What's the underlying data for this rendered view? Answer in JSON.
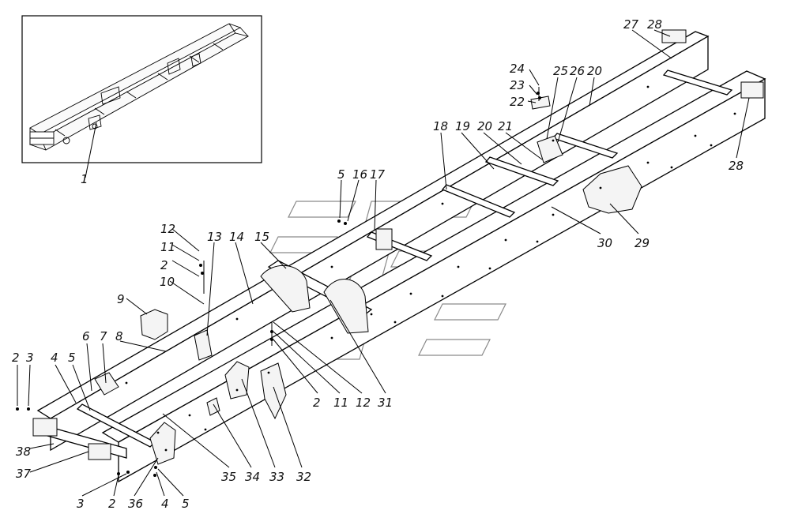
{
  "figure": {
    "inset_callout": "1",
    "callouts": [
      {
        "id": "c1",
        "text": "1"
      },
      {
        "id": "c2a",
        "text": "2"
      },
      {
        "id": "c3a",
        "text": "3"
      },
      {
        "id": "c4a",
        "text": "4"
      },
      {
        "id": "c5a",
        "text": "5"
      },
      {
        "id": "c6",
        "text": "6"
      },
      {
        "id": "c7",
        "text": "7"
      },
      {
        "id": "c8",
        "text": "8"
      },
      {
        "id": "c9",
        "text": "9"
      },
      {
        "id": "c10",
        "text": "10"
      },
      {
        "id": "c2b",
        "text": "2"
      },
      {
        "id": "c11a",
        "text": "11"
      },
      {
        "id": "c12a",
        "text": "12"
      },
      {
        "id": "c13",
        "text": "13"
      },
      {
        "id": "c14",
        "text": "14"
      },
      {
        "id": "c15",
        "text": "15"
      },
      {
        "id": "c5b",
        "text": "5"
      },
      {
        "id": "c16",
        "text": "16"
      },
      {
        "id": "c17",
        "text": "17"
      },
      {
        "id": "c18",
        "text": "18"
      },
      {
        "id": "c19",
        "text": "19"
      },
      {
        "id": "c20a",
        "text": "20"
      },
      {
        "id": "c21",
        "text": "21"
      },
      {
        "id": "c22",
        "text": "22"
      },
      {
        "id": "c23",
        "text": "23"
      },
      {
        "id": "c24",
        "text": "24"
      },
      {
        "id": "c25",
        "text": "25"
      },
      {
        "id": "c26",
        "text": "26"
      },
      {
        "id": "c20b",
        "text": "20"
      },
      {
        "id": "c27",
        "text": "27"
      },
      {
        "id": "c28a",
        "text": "28"
      },
      {
        "id": "c28b",
        "text": "28"
      },
      {
        "id": "c29",
        "text": "29"
      },
      {
        "id": "c30",
        "text": "30"
      },
      {
        "id": "c31",
        "text": "31"
      },
      {
        "id": "c12b",
        "text": "12"
      },
      {
        "id": "c11b",
        "text": "11"
      },
      {
        "id": "c2c",
        "text": "2"
      },
      {
        "id": "c32",
        "text": "32"
      },
      {
        "id": "c33",
        "text": "33"
      },
      {
        "id": "c34",
        "text": "34"
      },
      {
        "id": "c35",
        "text": "35"
      },
      {
        "id": "c36",
        "text": "36"
      },
      {
        "id": "c4b",
        "text": "4"
      },
      {
        "id": "c5c",
        "text": "5"
      },
      {
        "id": "c2d",
        "text": "2"
      },
      {
        "id": "c3b",
        "text": "3"
      },
      {
        "id": "c37",
        "text": "37"
      },
      {
        "id": "c38",
        "text": "38"
      }
    ]
  }
}
